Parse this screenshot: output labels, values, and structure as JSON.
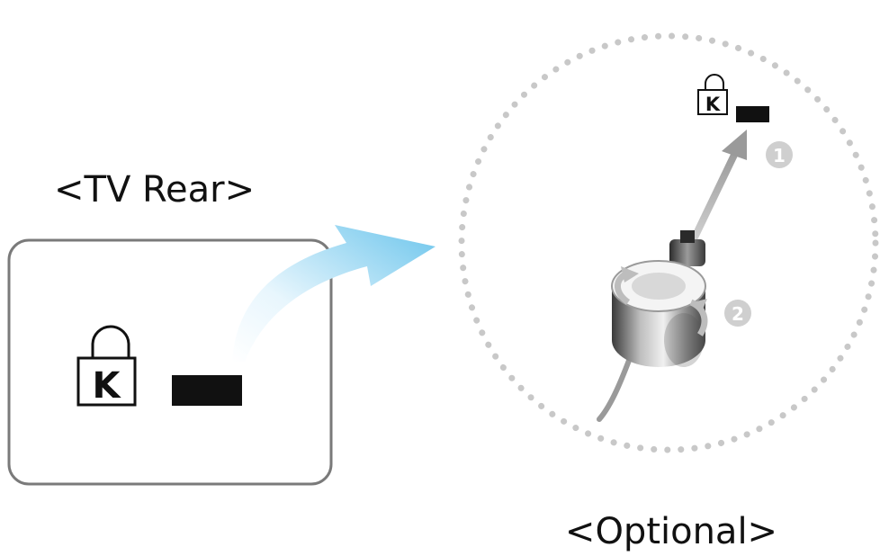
{
  "labels": {
    "tv_rear": "<TV Rear>",
    "optional": "<Optional>",
    "kensington_letter": "K",
    "step_one": "1",
    "step_two": "2"
  },
  "icons": {
    "padlock": "kensington-lock-icon",
    "slot": "security-slot-icon",
    "arrow": "curved-arrow-icon",
    "lock": "kensington-cable-lock-icon"
  },
  "colors": {
    "arrow_light": "#e8f6fd",
    "arrow_dark": "#6cc5ec",
    "dotted_circle": "#c8c8c8",
    "slot": "#111111",
    "badge": "#cfcfcf"
  }
}
